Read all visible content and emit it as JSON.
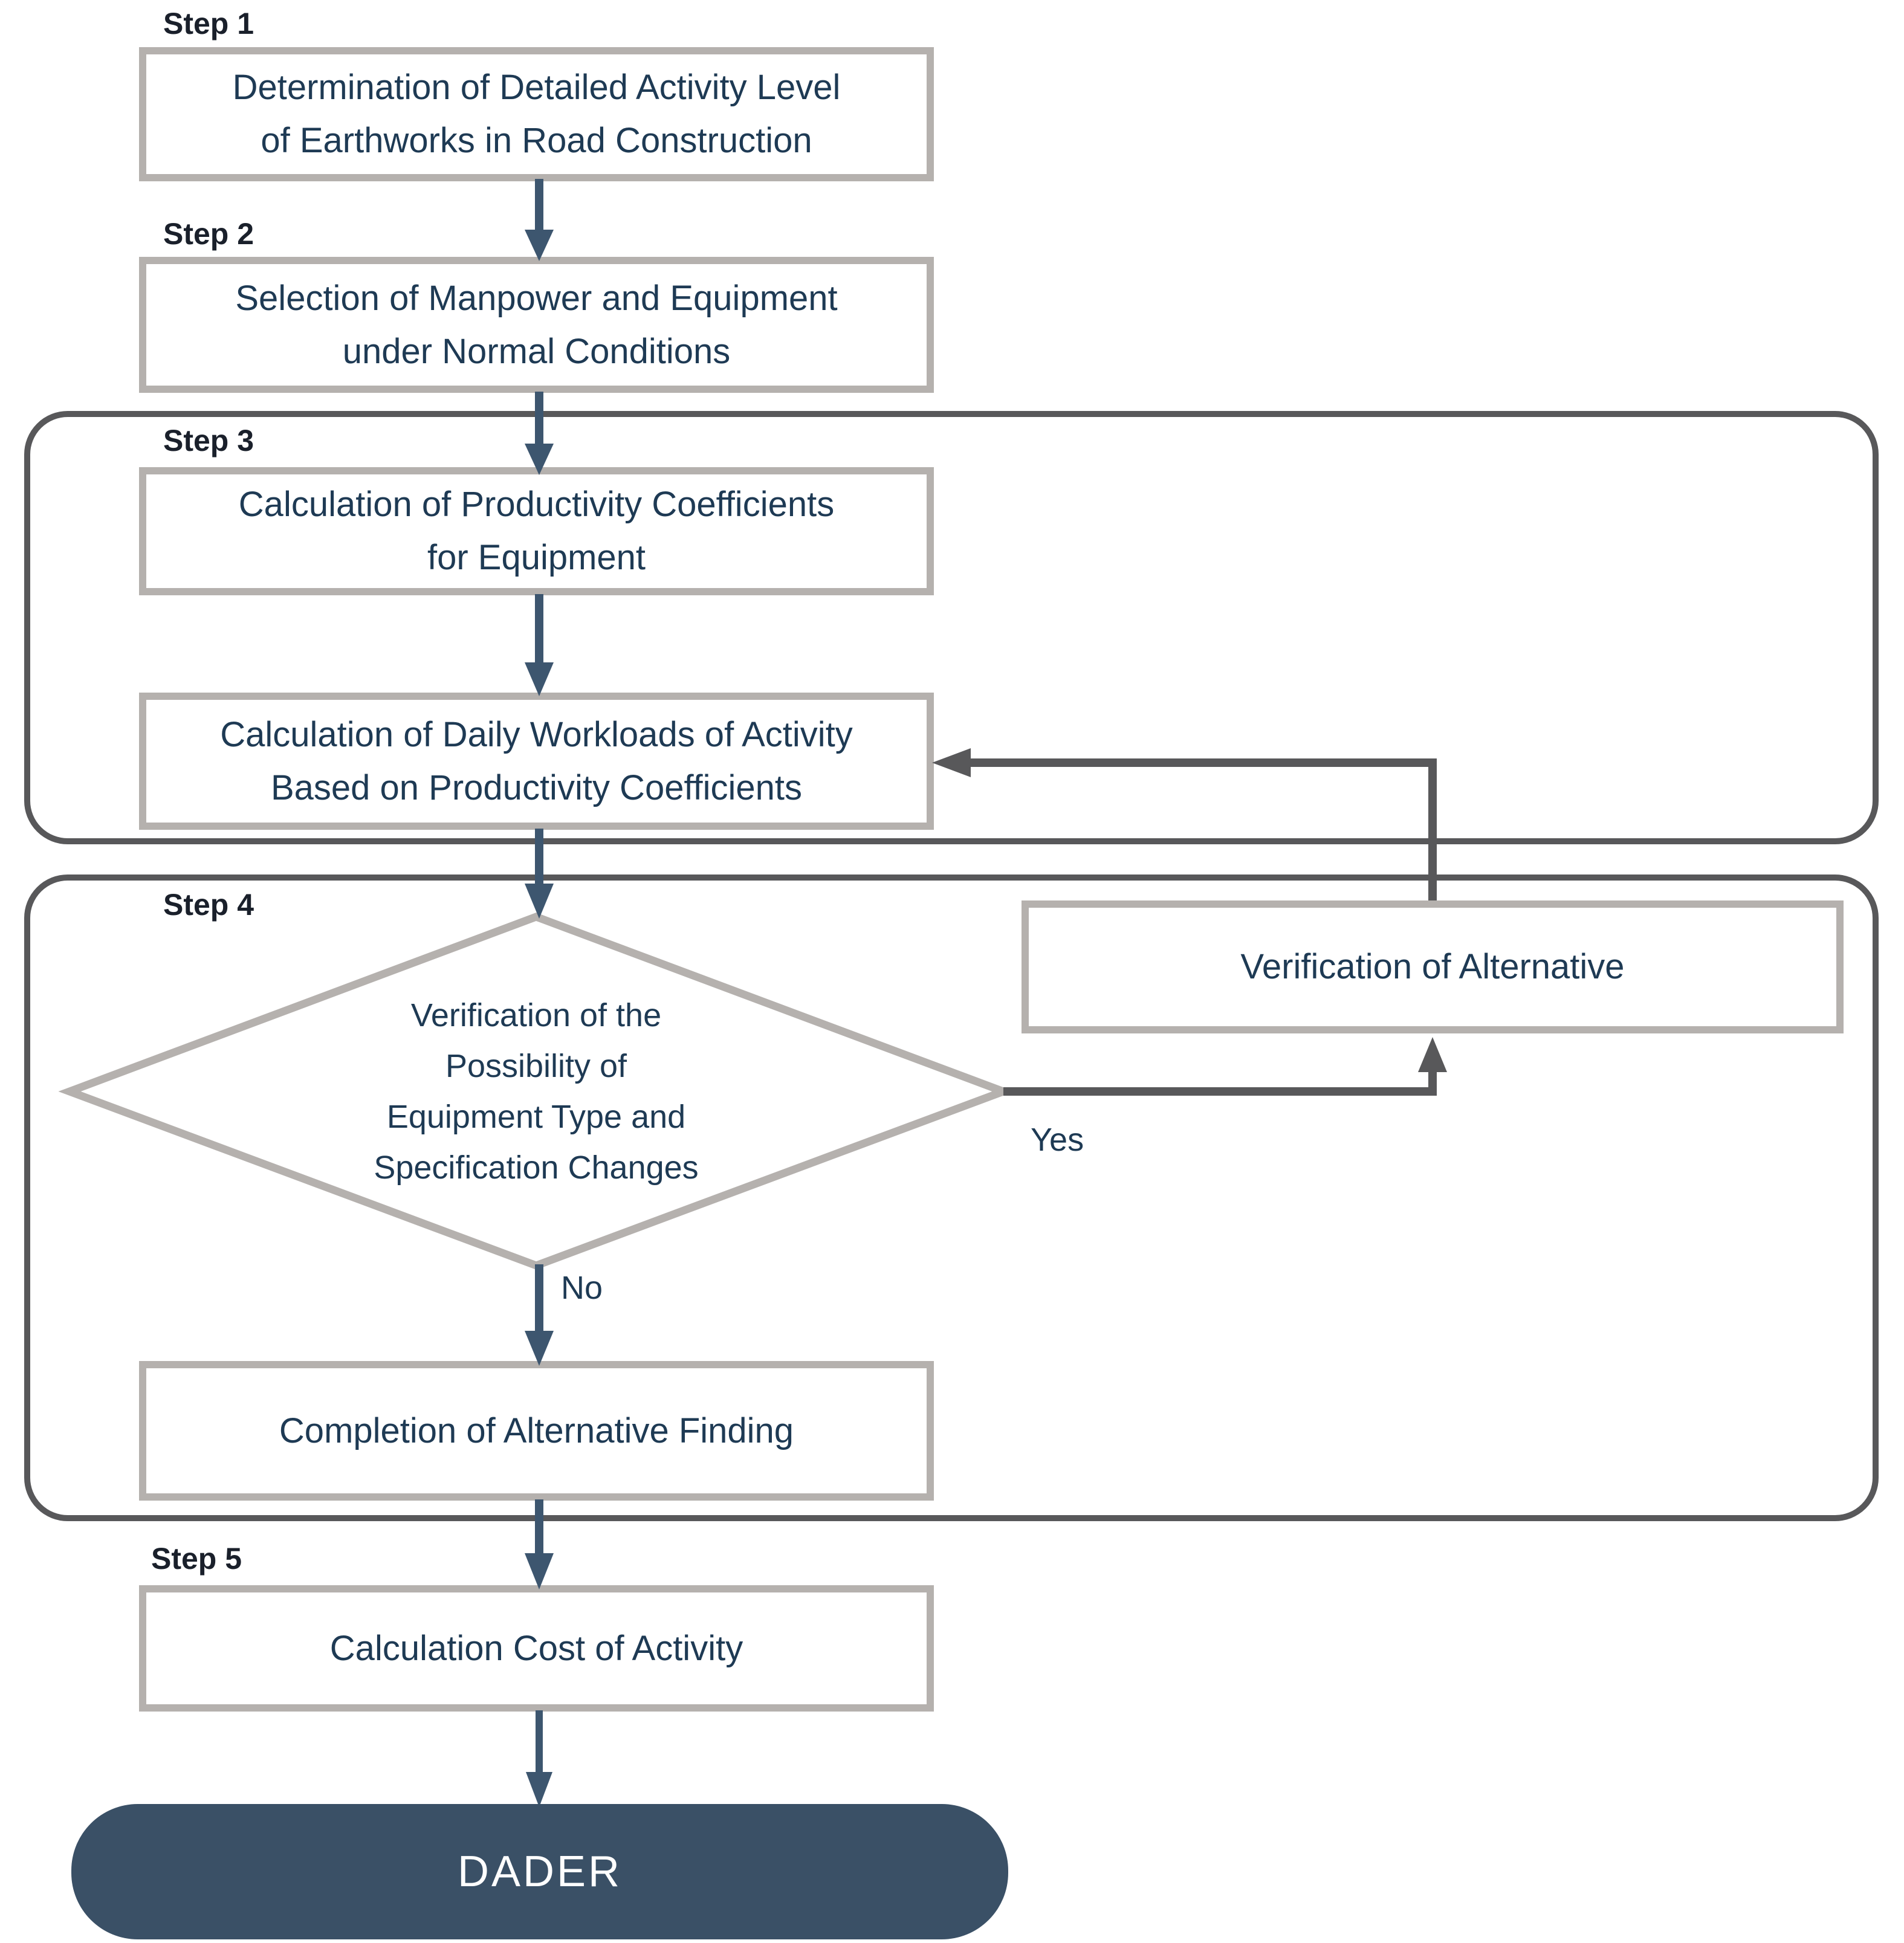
{
  "labels": {
    "step1": "Step 1",
    "step2": "Step 2",
    "step3": "Step 3",
    "step4": "Step 4",
    "step5": "Step 5"
  },
  "nodes": {
    "step1": {
      "lines": [
        "Determination of Detailed Activity Level",
        "of Earthworks in Road Construction"
      ]
    },
    "step2": {
      "lines": [
        "Selection of Manpower and Equipment",
        "under Normal Conditions"
      ]
    },
    "productivity": {
      "lines": [
        "Calculation of Productivity Coefficients",
        "for Equipment"
      ]
    },
    "daily_workloads": {
      "lines": [
        "Calculation of Daily Workloads of Activity",
        "Based on Productivity Coefficients"
      ]
    },
    "decision": {
      "lines": [
        "Verification of the",
        "Possibility of",
        "Equipment Type and",
        "Specification Changes"
      ]
    },
    "verification_alternative": {
      "lines": [
        "Verification of Alternative"
      ]
    },
    "completion": {
      "lines": [
        "Completion of Alternative Finding"
      ]
    },
    "cost": {
      "lines": [
        "Calculation Cost of Activity"
      ]
    },
    "terminal": {
      "label": "DADER"
    }
  },
  "edge_labels": {
    "yes": "Yes",
    "no": "No"
  },
  "colors": {
    "arrow_blue": "#3D566F",
    "connector_gray": "#58585A",
    "box_border_gray": "#B5B1AE",
    "container_border_gray": "#58585A",
    "terminal_fill": "#3A5066",
    "text_navy": "#1E3A54",
    "step_label": "#1A202B",
    "background": "#FFFFFF"
  }
}
